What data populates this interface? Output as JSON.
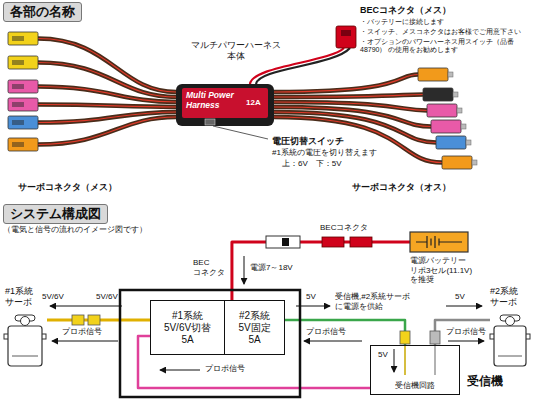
{
  "diagram": {
    "nodes": [
      {
        "text": [
          "Multi Power Harness",
          "12A"
        ]
      },
      {
        "text": [
          "電源バッテリー リポ3セル(11.1V) を推奨"
        ]
      },
      {
        "text": [
          "#1系統 サーボ"
        ]
      },
      {
        "text": [
          "#1系統 5V/6V切替 5A"
        ]
      },
      {
        "text": [
          "#2系統 5V固定 5A"
        ]
      },
      {
        "text": [
          "#2系統 サーボ"
        ]
      },
      {
        "text": [
          "受信機回路",
          "受信機"
        ]
      }
    ],
    "edges": [
      {
        "from": 1,
        "to": 4,
        "arrow": "none"
      },
      {
        "from": 3,
        "to": 2,
        "arrow": "none"
      },
      {
        "from": 4,
        "to": 6,
        "arrow": "none"
      },
      {
        "from": 6,
        "to": 5,
        "arrow": "none"
      },
      {
        "from": 6,
        "to": 3,
        "arrow": "none"
      }
    ],
    "labels": [
      "各部の名称",
      "マルチパワーハーネス 本体",
      "BECコネクタ（メス）",
      "・バッテリーに接続します",
      "・スイッチ、メスコネクタはお客様でご用意下さい",
      "・オプションのパワーハーネス用スイッチ（品番48790） の使用をお勧めします",
      "電圧切替スイッチ",
      "#1系統の電圧を切り替えます",
      "上：6V　下：5V",
      "サーボコネクタ（メス）",
      "サーボコネクタ（オス）",
      "システム構成図",
      "（電気と信号の流れのイメージ図です）",
      "BECコネクタ",
      "BEC コネクタ",
      "電源7～18V",
      "5V/6V",
      "5V/6V",
      "プロポ信号",
      "プロポ信号",
      "5V",
      "受信機,#2系統サーボ に電源を供給",
      "プロポ信号",
      "5V",
      "プロポ信号",
      "5V"
    ]
  }
}
